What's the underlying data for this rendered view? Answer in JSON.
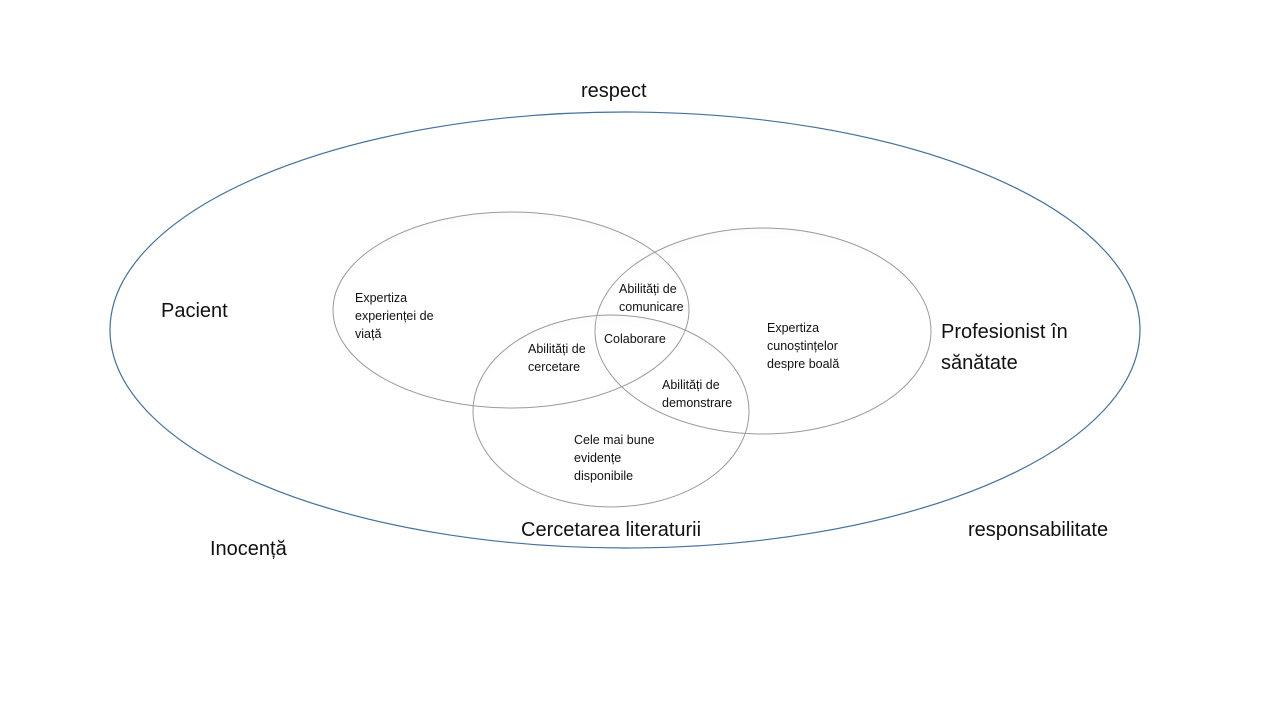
{
  "diagram": {
    "top_label": "respect",
    "left_label": "Pacient",
    "right_label": "Profesionist în\nsănătate",
    "bottom_center_label": "Cercetarea literaturii",
    "bottom_left_label": "Inocență",
    "bottom_right_label": "responsabilitate",
    "circle_patient_label": "Expertiza\nexperienței de\nviață",
    "circle_professional_label": "Expertiza\ncunoștințelor\ndespre boală",
    "circle_literature_label": "Cele mai bune\nevidențe\ndisponibile",
    "overlap_patient_professional": "Abilități de\ncomunicare",
    "overlap_patient_literature": "Abilități de\ncercetare",
    "overlap_professional_literature": "Abilități de\ndemonstrare",
    "center_overlap": "Colaborare"
  },
  "colors": {
    "outer_ellipse_stroke": "#41719c",
    "circle_stroke": "#9a9a9a",
    "text": "#111111",
    "background": "#ffffff"
  }
}
